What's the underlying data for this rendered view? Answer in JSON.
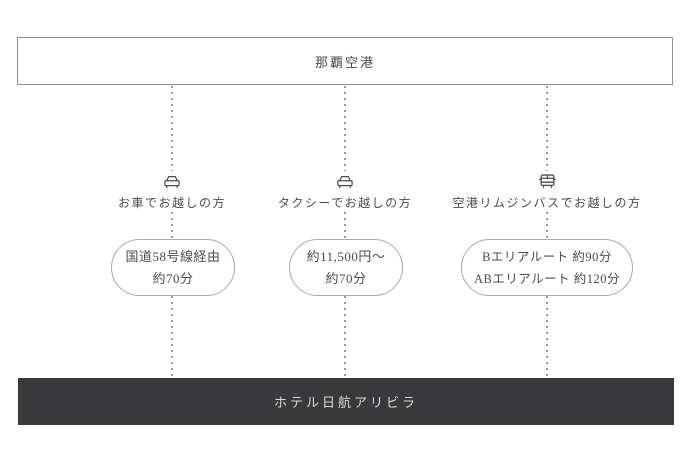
{
  "colors": {
    "border": "#8f8f8f",
    "pill_border": "#aaaaaa",
    "text": "#4b4b52",
    "dotted": "#9a9a9a",
    "footer_bg": "#3a3a3c",
    "footer_text": "#d9d9d9"
  },
  "top_box": {
    "label": "那覇空港"
  },
  "routes": [
    {
      "icon": "car-icon",
      "label": "お車でお越しの方",
      "details": [
        "国道58号線経由",
        "約70分"
      ]
    },
    {
      "icon": "taxi-icon",
      "label": "タクシーでお越しの方",
      "details": [
        "約11,500円〜",
        "約70分"
      ]
    },
    {
      "icon": "bus-icon",
      "label": "空港リムジンバスでお越しの方",
      "details": [
        "Bエリアルート 約90分",
        "ABエリアルート 約120分"
      ]
    }
  ],
  "footer": {
    "label": "ホテル日航アリビラ"
  }
}
